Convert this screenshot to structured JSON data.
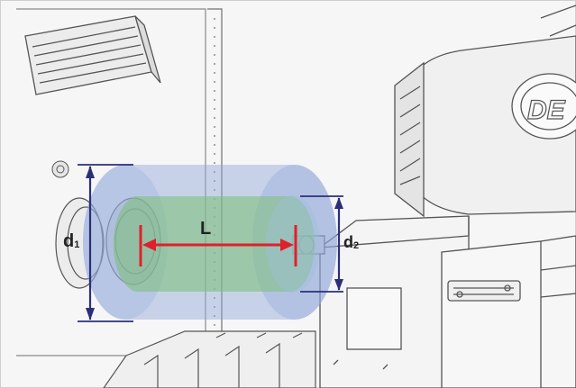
{
  "labels": {
    "d1_main": "d",
    "d1_sub": "1",
    "d2_main": "d",
    "d2_sub": "2",
    "length": "L"
  },
  "logo_fragment": "DE",
  "colors": {
    "background": "#f6f6f6",
    "outer_cylinder": "#8ea7d9",
    "inner_cylinder": "#7fbf7f",
    "diameter_arrows": "#2b2f7a",
    "length_arrow": "#e0202a",
    "line_art": "#6d6d6d"
  }
}
